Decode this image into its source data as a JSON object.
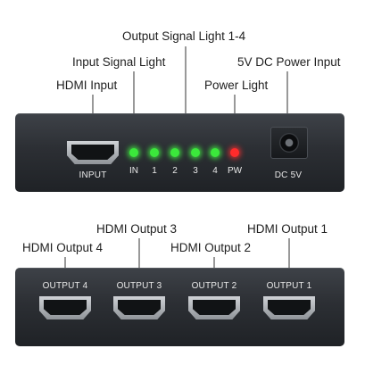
{
  "callouts": {
    "output_signal": "Output Signal Light 1-4",
    "input_signal": "Input Signal Light",
    "dc_power": "5V DC Power Input",
    "hdmi_input": "HDMI Input",
    "power_light": "Power Light",
    "hdmi_output_3": "HDMI Output 3",
    "hdmi_output_1": "HDMI Output 1",
    "hdmi_output_4": "HDMI Output 4",
    "hdmi_output_2": "HDMI Output 2"
  },
  "front_panel": {
    "input_port_label": "INPUT",
    "leds": [
      {
        "label": "IN",
        "color": "#3be83b"
      },
      {
        "label": "1",
        "color": "#3be83b"
      },
      {
        "label": "2",
        "color": "#3be83b"
      },
      {
        "label": "3",
        "color": "#3be83b"
      },
      {
        "label": "4",
        "color": "#3be83b"
      },
      {
        "label": "PW",
        "color": "#ff2b2b"
      }
    ],
    "dc_label": "DC 5V"
  },
  "rear_panel": {
    "outputs": [
      {
        "label": "OUTPUT 4"
      },
      {
        "label": "OUTPUT 3"
      },
      {
        "label": "OUTPUT 2"
      },
      {
        "label": "OUTPUT 1"
      }
    ]
  },
  "colors": {
    "panel": "#2c2f34",
    "leader_line": "#333333",
    "led_on": "#3be83b",
    "power_led": "#ff2b2b"
  }
}
